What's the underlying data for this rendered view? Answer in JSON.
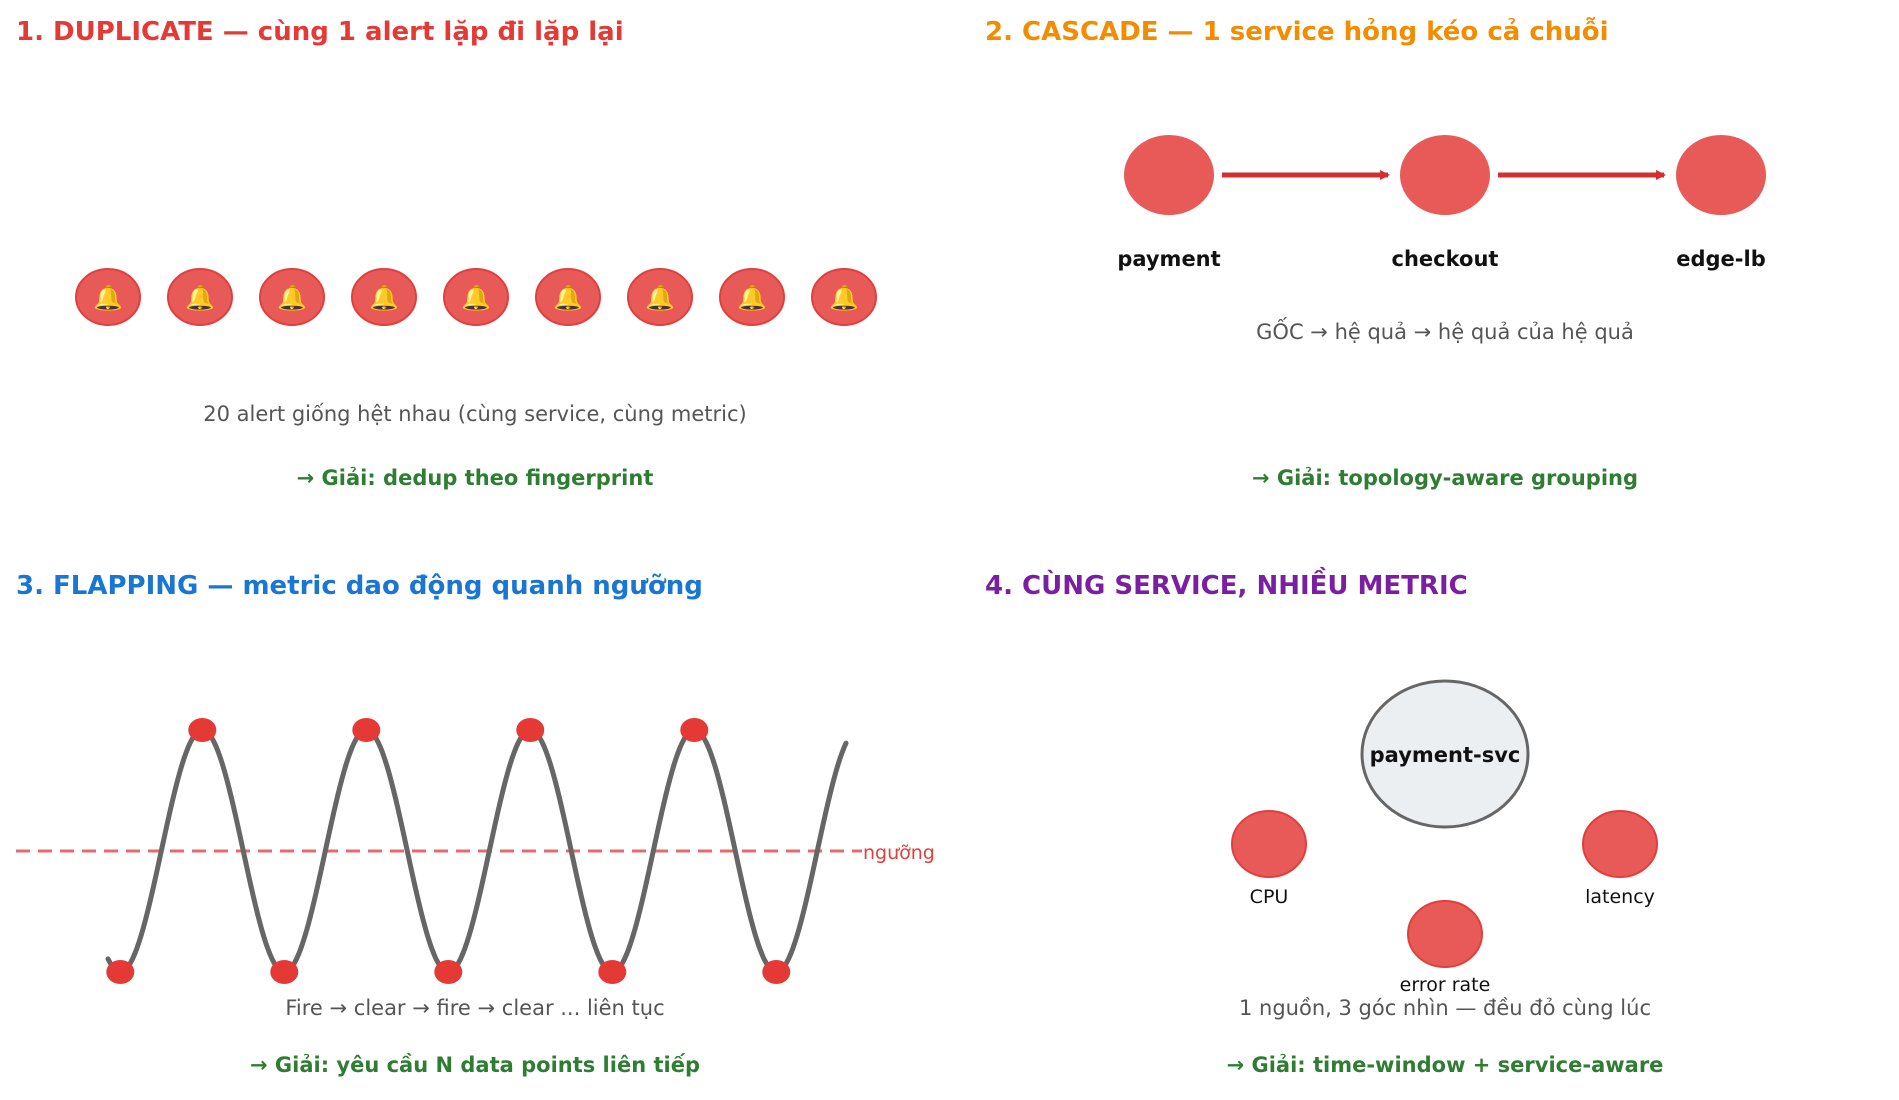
{
  "colors": {
    "alert_fill": "#e85a57",
    "alert_stroke": "#e0403d",
    "peak_dot": "#e53935",
    "arrow": "#d32f2f",
    "wave": "#666666",
    "threshold": "#e86a6a",
    "solution_text": "#2e7d32",
    "caption_text": "#555555",
    "center_fill": "#eceff1",
    "center_stroke": "#666666"
  },
  "panels": {
    "duplicate": {
      "title": "1. DUPLICATE — cùng 1 alert lặp đi lặp lại",
      "title_color": "#e53935",
      "alert_icon": "bell-icon",
      "alert_glyph": "🔔",
      "alert_count": 9,
      "caption": "20 alert giống hệt nhau (cùng service, cùng metric)",
      "solution": "→ Giải: dedup theo fingerprint"
    },
    "cascade": {
      "title": "2. CASCADE — 1 service hỏng kéo cả chuỗi",
      "title_color": "#f28c00",
      "nodes": [
        {
          "label": "payment"
        },
        {
          "label": "checkout"
        },
        {
          "label": "edge-lb"
        }
      ],
      "caption": "GỐC → hệ quả → hệ quả của hệ quả",
      "solution": "→ Giải: topology-aware grouping"
    },
    "flapping": {
      "title": "3. FLAPPING — metric dao động quanh ngưỡng",
      "title_color": "#1976d2",
      "threshold_label": "ngưỡng",
      "cycles": 4.5,
      "caption": "Fire → clear → fire → clear ... liên tục",
      "solution": "→ Giải: yêu cầu N data points liên tiếp"
    },
    "multi_metric": {
      "title": "4. CÙNG SERVICE, NHIỀU METRIC",
      "title_color": "#7b1fa2",
      "center": {
        "label": "payment-svc"
      },
      "metrics": [
        {
          "label": "CPU"
        },
        {
          "label": "latency"
        },
        {
          "label": "error rate"
        }
      ],
      "caption": "1 nguồn, 3 góc nhìn — đều đỏ cùng lúc",
      "solution": "→ Giải: time-window + service-aware"
    }
  }
}
